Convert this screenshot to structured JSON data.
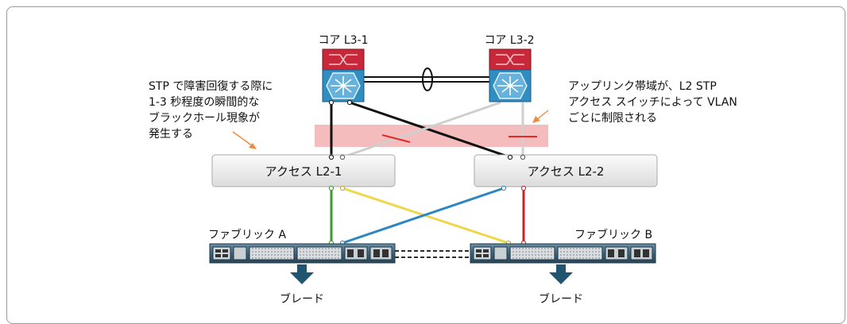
{
  "core_switches": [
    {
      "label": "コア L3-1"
    },
    {
      "label": "コア L3-2"
    }
  ],
  "access_switches": [
    {
      "label": "アクセス L2-1"
    },
    {
      "label": "アクセス L2-2"
    }
  ],
  "fabrics": [
    {
      "label": "ファブリック A",
      "blade_label": "ブレード"
    },
    {
      "label": "ファブリック B",
      "blade_label": "ブレード"
    }
  ],
  "annotations": {
    "left": [
      "STP で障害回復する際に",
      "1-3 秒程度の瞬間的な",
      "ブラックホール現象が",
      "発生する"
    ],
    "right": [
      "アップリンク帯域が、L2 STP",
      "アクセス スイッチによって VLAN",
      "ごとに制限される"
    ]
  },
  "colors": {
    "core_red": "#c8283a",
    "core_blue": "#2f8dc1",
    "blocked_band": "#f4bcbc",
    "blocked_mark": "#e32a2a",
    "link_black": "#111111",
    "link_gray": "#cfcfcf",
    "link_green": "#3a9a2c",
    "link_yellow": "#ecd84a",
    "link_blue": "#2d86c0",
    "link_red": "#c8242a",
    "arrow_orange": "#f08a3c",
    "blade_arrow": "#1f5570"
  }
}
